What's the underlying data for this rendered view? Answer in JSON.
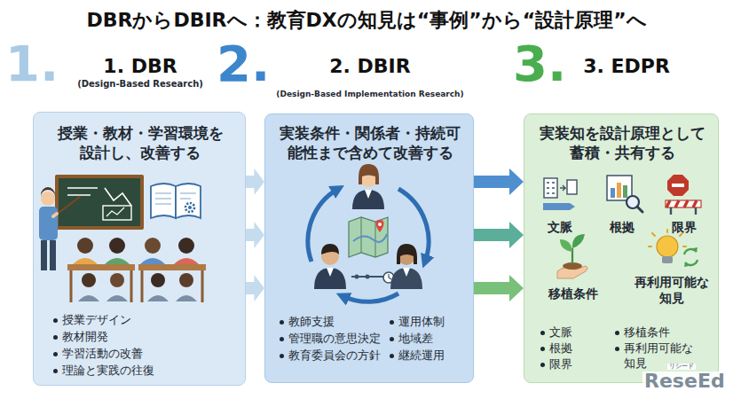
{
  "diagram": {
    "title": "DBRからDBIRへ：教育DXの知見は“事例”から“設計原理”へ",
    "nodes": [
      {
        "text": [
          "1. DBR",
          "(Design-Based Research)",
          "授業・教材・学習環境を 設計し、改善する",
          "授業デザイン",
          "教材開発",
          "学習活動の改善",
          "理論と実践の往復"
        ]
      },
      {
        "text": [
          "2. DBIR",
          "(Design-Based Implementation Research)",
          "実装条件・関係者・持続可 能性まで含めて改善する",
          "教師支援",
          "管理職の意思決定",
          "教育委員会の方針",
          "運用体制",
          "地域差",
          "継続運用"
        ]
      },
      {
        "text": [
          "3. EDPR",
          "実装知を設計原理として 蓄積・共有する",
          "文脈",
          "根拠",
          "限界",
          "移植条件",
          "再利用可能な 知見",
          "文脈",
          "根拠",
          "限界",
          "移植条件",
          "再利用可能な 知見"
        ]
      }
    ],
    "edges": [
      {
        "from": 0,
        "to": 1,
        "arrow": "to"
      },
      {
        "from": 0,
        "to": 1,
        "arrow": "to"
      },
      {
        "from": 0,
        "to": 1,
        "arrow": "to"
      },
      {
        "from": 1,
        "to": 2,
        "arrow": "to"
      },
      {
        "from": 1,
        "to": 2,
        "arrow": "to"
      },
      {
        "from": 1,
        "to": 2,
        "arrow": "to"
      }
    ],
    "labels": [
      "1.",
      "2.",
      "3.",
      "リシード",
      "ReseEd"
    ]
  }
}
